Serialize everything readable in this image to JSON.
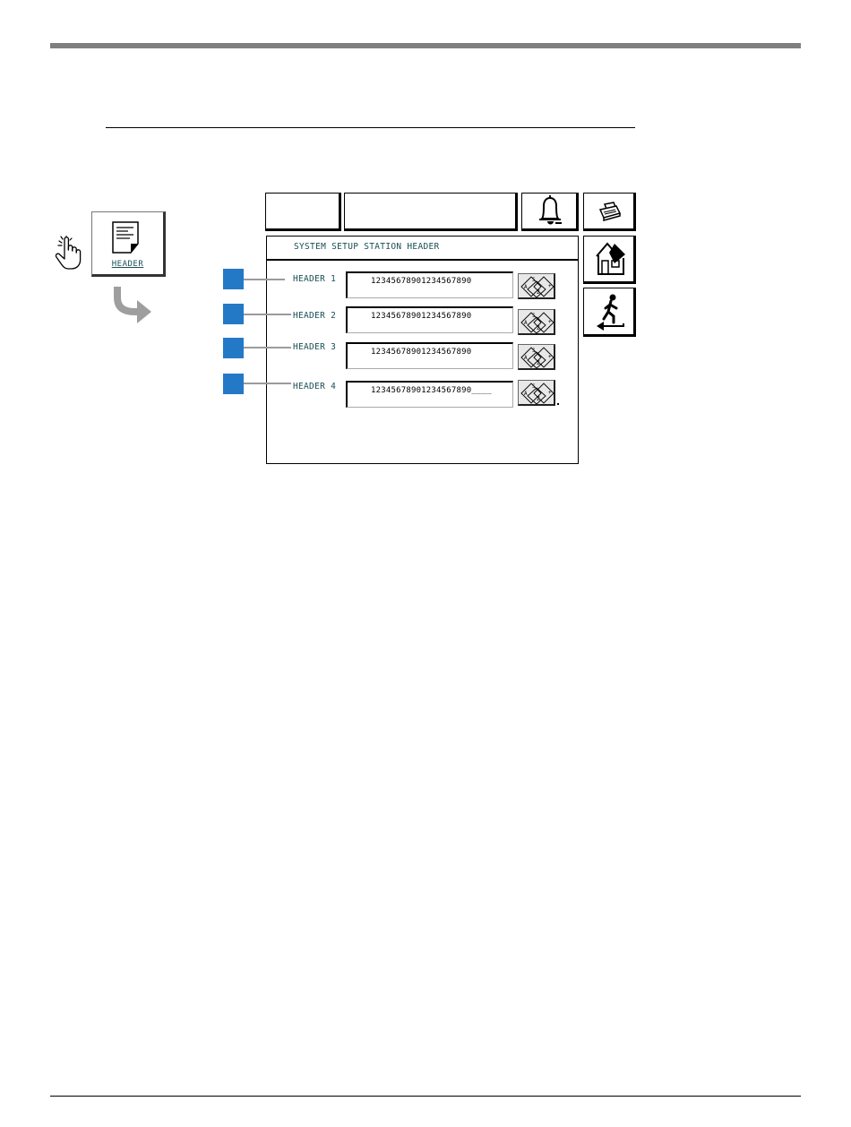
{
  "touch_button": {
    "label": "HEADER",
    "icon": "document-icon"
  },
  "screen": {
    "title": "SYSTEM SETUP STATION HEADER",
    "rows": [
      {
        "label": "HEADER 1",
        "value": "12345678901234567890"
      },
      {
        "label": "HEADER 2",
        "value": "12345678901234567890"
      },
      {
        "label": "HEADER 3",
        "value": "12345678901234567890"
      },
      {
        "label": "HEADER 4",
        "value": "12345678901234567890____"
      }
    ]
  },
  "icons": {
    "alarm": "bell-icon",
    "print": "printer-icon",
    "home": "house-icon",
    "exit": "exit-icon",
    "keyboard": "keyboard-icon",
    "touch": "touch-hand-icon",
    "flow": "curved-arrow-icon"
  },
  "colors": {
    "callout": "#2479c7",
    "screen_text": "#1a4f55",
    "leader": "#9b9b9b",
    "topbar": "#7f7f7f"
  }
}
